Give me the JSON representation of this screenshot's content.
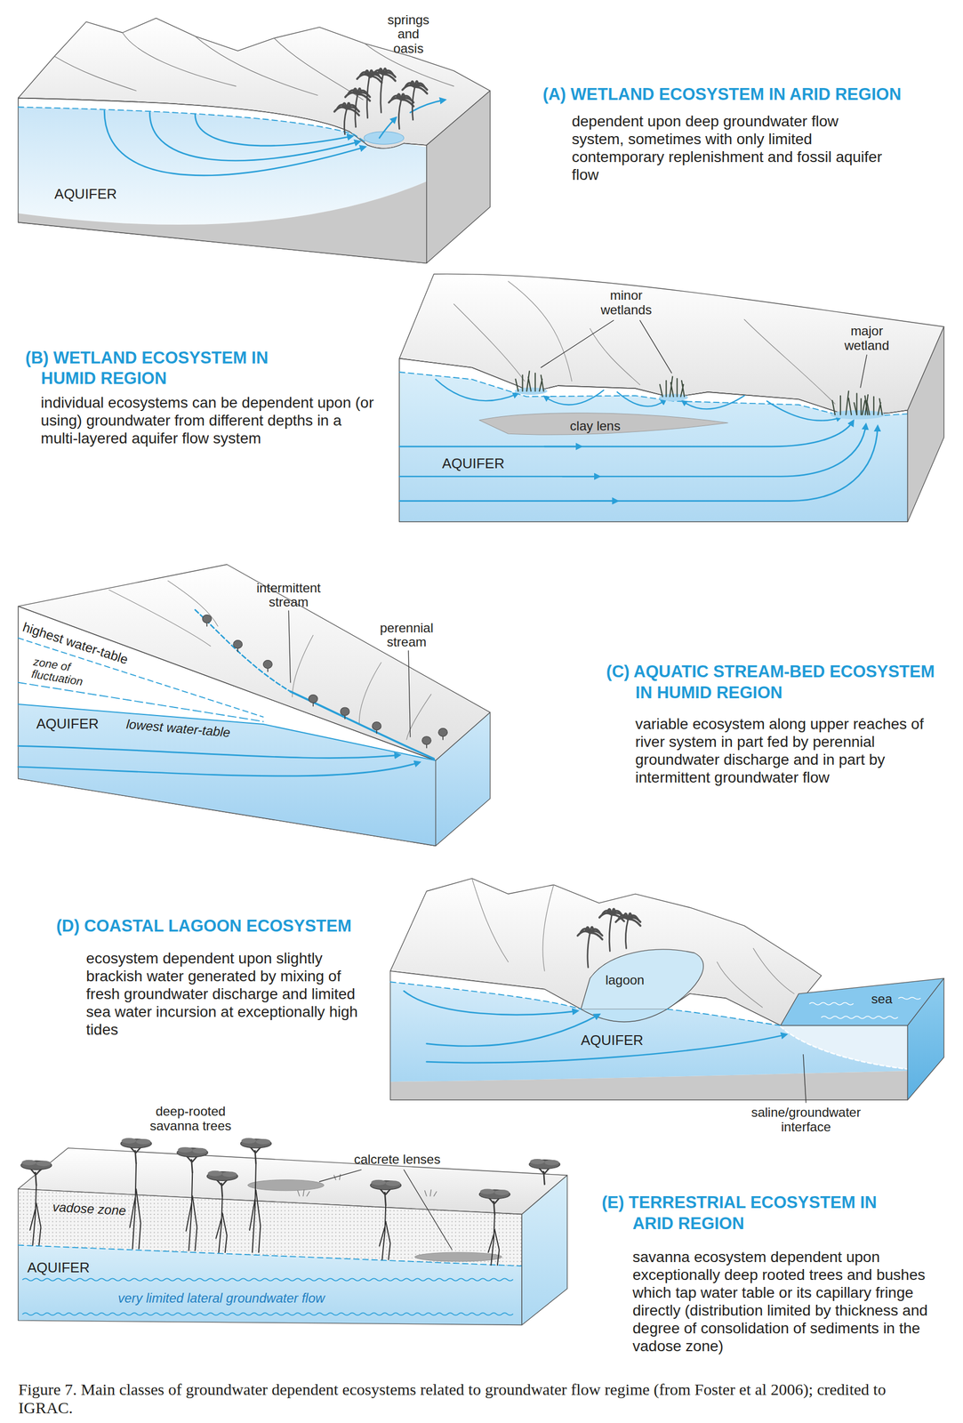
{
  "diagram": {
    "caption": "Figure 7. Main classes of groundwater dependent ecosystems related to groundwater flow regime (from Foster et al 2006); credited to IGRAC.",
    "labels": [
      "springs and oasis",
      "(A) WETLAND ECOSYSTEM IN ARID REGION",
      "dependent upon deep groundwater flow system, sometimes with only limited contemporary replenishment and fossil aquifer flow",
      "AQUIFER",
      "minor wetlands",
      "major wetland",
      "(B) WETLAND ECOSYSTEM IN HUMID REGION",
      "individual ecosystems can be dependent upon (or using) groundwater from different depths in a multi-layered aquifer flow system",
      "clay lens",
      "AQUIFER",
      "intermittent stream",
      "perennial stream",
      "highest water-table",
      "zone of fluctuation",
      "lowest water-table",
      "AQUIFER",
      "(C) AQUATIC STREAM-BED ECOSYSTEM IN HUMID REGION",
      "variable ecosystem along upper reaches of river system in part fed by perennial groundwater discharge and in part by intermittent groundwater flow",
      "(D) COASTAL LAGOON ECOSYSTEM",
      "ecosystem dependent upon slightly brackish water generated by mixing of fresh groundwater discharge and limited sea water incursion at exceptionally high tides",
      "lagoon",
      "sea",
      "AQUIFER",
      "saline/groundwater interface",
      "deep-rooted savanna trees",
      "calcrete lenses",
      "vadose zone",
      "AQUIFER",
      "very limited lateral groundwater flow",
      "(E) TERRESTRIAL ECOSYSTEM IN ARID REGION",
      "savanna ecosystem dependent upon exceptionally deep rooted trees and bushes which tap water table or its capillary fringe directly (distribution limited by thickness and degree of consolidation of sediments in the vadose zone)"
    ]
  }
}
